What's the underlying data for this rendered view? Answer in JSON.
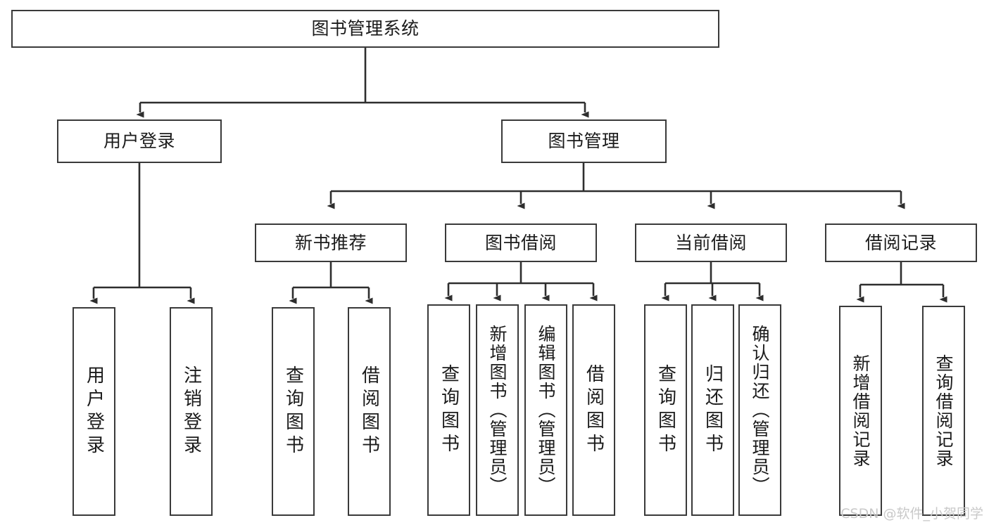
{
  "diagram": {
    "type": "tree-hierarchy",
    "title": "图书管理系统",
    "watermark": "CSDN @软件_小贺同学",
    "colors": {
      "box_border": "#3a3a3a",
      "box_fill": "#ffffff",
      "edge": "#2e2e2e",
      "text": "#1b1b1b",
      "watermark": "#c9c9c9",
      "background": "#ffffff"
    },
    "nodes": {
      "root": {
        "label": "图书管理系统"
      },
      "level2": [
        {
          "label": "用户登录"
        },
        {
          "label": "图书管理"
        }
      ],
      "level3": [
        {
          "label": "新书推荐"
        },
        {
          "label": "图书借阅"
        },
        {
          "label": "当前借阅"
        },
        {
          "label": "借阅记录"
        }
      ],
      "leaves": {
        "user_login": [
          {
            "label": "用户登录"
          },
          {
            "label": "注销登录"
          }
        ],
        "new_book_recommend": [
          {
            "label": "查询图书"
          },
          {
            "label": "借阅图书"
          }
        ],
        "book_borrow": [
          {
            "label": "查询图书"
          },
          {
            "label": "新增图书（管理员）"
          },
          {
            "label": "编辑图书（管理员）"
          },
          {
            "label": "借阅图书"
          }
        ],
        "current_borrow": [
          {
            "label": "查询图书"
          },
          {
            "label": "归还图书"
          },
          {
            "label": "确认归还（管理员）"
          }
        ],
        "borrow_record": [
          {
            "label": "新增借阅记录"
          },
          {
            "label": "查询借阅记录"
          }
        ]
      }
    }
  }
}
